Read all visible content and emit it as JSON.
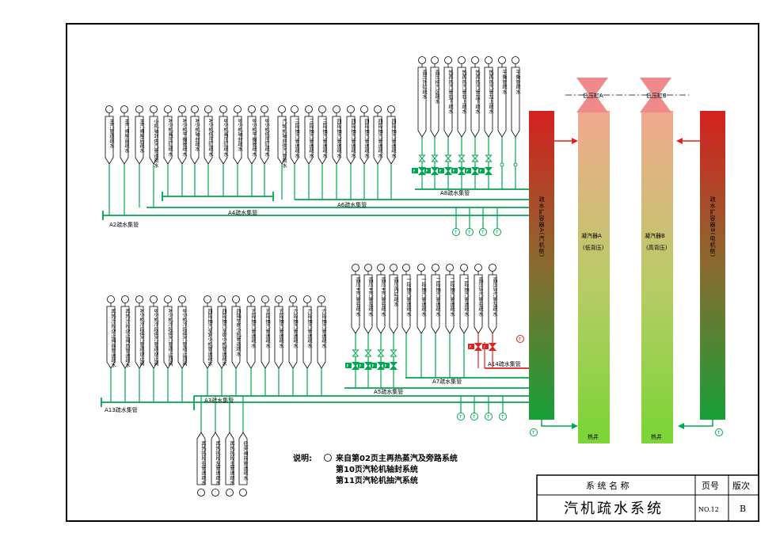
{
  "condensers": {
    "a_name": "凝汽器A",
    "a_sub": "(低背压)",
    "b_name": "凝汽器B",
    "b_sub": "(高背压)",
    "hotwell": "热井"
  },
  "turbines": {
    "a": "低压缸A",
    "b": "低压缸B"
  },
  "expanders": {
    "a": "疏水扩容器A(汽机侧)",
    "b": "疏水扩容器B(电机侧)"
  },
  "headers": {
    "a2": "A2疏水集管",
    "a4": "A4疏水集管",
    "a6": "A6疏水集管",
    "a8": "A8疏水集管",
    "a13": "A13疏水集管",
    "a3": "A3疏水集管",
    "a5": "A5疏水集管",
    "a7": "A7疏水集管",
    "a14": "A14疏水集管"
  },
  "upper_drains": [
    {
      "label": "主汽管道疏水"
    },
    {
      "label": "主汽阀座前疏水"
    },
    {
      "label": "主汽阀座后疏水"
    },
    {
      "label": "小机轴封供汽管道疏水"
    },
    {
      "label": "A小机高压缸疏水"
    },
    {
      "label": "A小机平衡管疏水"
    },
    {
      "label": "A小机轴封疏水"
    },
    {
      "label": "A小机低压缸疏水"
    },
    {
      "label": "B小机高压缸疏水"
    },
    {
      "label": "B小机轴封疏水"
    },
    {
      "label": "B小机平衡管疏水"
    },
    {
      "label": "B小机低压缸疏水"
    },
    {
      "label": "汽轮机轴封供汽管疏水"
    },
    {
      "label": "三段抽汽管道疏水"
    },
    {
      "label": "三段抽汽管道疏水"
    },
    {
      "label": "三段抽汽管道疏水"
    },
    {
      "label": "四段抽汽管道疏水"
    },
    {
      "label": "四段抽汽管道疏水"
    },
    {
      "label": "四段抽汽管道疏水"
    },
    {
      "label": "四段抽汽管道疏水"
    },
    {
      "label": "四段抽汽管道疏水"
    }
  ],
  "upper_valved_drains": [
    {
      "label": "高压外缸疏水"
    },
    {
      "label": "高压排汽区疏水"
    },
    {
      "label": "热再热汽管右下疏水"
    },
    {
      "label": "热再热汽管右上疏水"
    },
    {
      "label": "热再热汽管左下疏水"
    },
    {
      "label": "热再热汽管左上疏水"
    },
    {
      "label": "平衡管疏水"
    },
    {
      "label": "平衡管疏水"
    }
  ],
  "lower_drains": [
    {
      "label": "再热冷段逆止阀前管道疏水"
    },
    {
      "label": "再热冷段逆止阀后管道疏水"
    },
    {
      "label": "A小机冷段供汽管道逆止阀"
    },
    {
      "label": "B小机冷段供汽管道逆止阀"
    },
    {
      "label": "A小机冷段供汽管道止回阀"
    },
    {
      "label": "B小机冷段供汽管道止回阀"
    },
    {
      "label": "四段抽汽至A小机管道疏水"
    },
    {
      "label": "四段抽汽至B小机管道疏水"
    },
    {
      "label": "四抽至B小机管道疏水"
    },
    {
      "label": "五段抽汽管道疏水"
    },
    {
      "label": "五段抽汽管道疏水"
    },
    {
      "label": "五段抽汽管道疏水"
    },
    {
      "label": "六段抽汽管道疏水"
    },
    {
      "label": "六段抽汽管道疏水"
    },
    {
      "label": "六段抽汽管道疏水"
    }
  ],
  "lower_valved_drains": [
    {
      "label": "高压主汽管右疏水"
    },
    {
      "label": "高压主汽管左疏水"
    },
    {
      "label": "高压主汽管右疏水"
    },
    {
      "label": "高压内缸疏水"
    },
    {
      "label": "一段抽汽管道疏水"
    },
    {
      "label": "一段抽汽管道疏水"
    },
    {
      "label": "二段抽汽管道疏水"
    },
    {
      "label": "二段抽汽管道疏水"
    },
    {
      "label": "二段抽汽管道疏水"
    },
    {
      "label": "高压导汽管右疏水"
    },
    {
      "label": "高压导汽管左疏水"
    }
  ],
  "bottom_drains": [
    {
      "label": "再热热段右管道疏水"
    },
    {
      "label": "再热热段左管道疏水"
    },
    {
      "label": "再热热段主管道疏水"
    },
    {
      "label": "低旁阀前管道疏水"
    }
  ],
  "valve_tag": "F",
  "trap_tag": "T",
  "notes": {
    "prefix": "说明:",
    "line1": "来自第02页主再热蒸汽及旁路系统",
    "line2": "第10页汽轮机轴封系统",
    "line3": "第11页汽轮机抽汽系统"
  },
  "title_block": {
    "system_name_label": "系 统 名 称",
    "page_label": "页号",
    "version_label": "版次",
    "system_name": "汽机疏水系统",
    "page_no": "NO.12",
    "version": "B"
  },
  "colors": {
    "pipe": "#00a651",
    "drain_red": "#e02020",
    "expander_top": "#d42020",
    "expander_bottom": "#18a038",
    "condenser_top": "#f2a88e",
    "condenser_bottom": "#7fd43a",
    "turbine": "#f08a8a"
  }
}
